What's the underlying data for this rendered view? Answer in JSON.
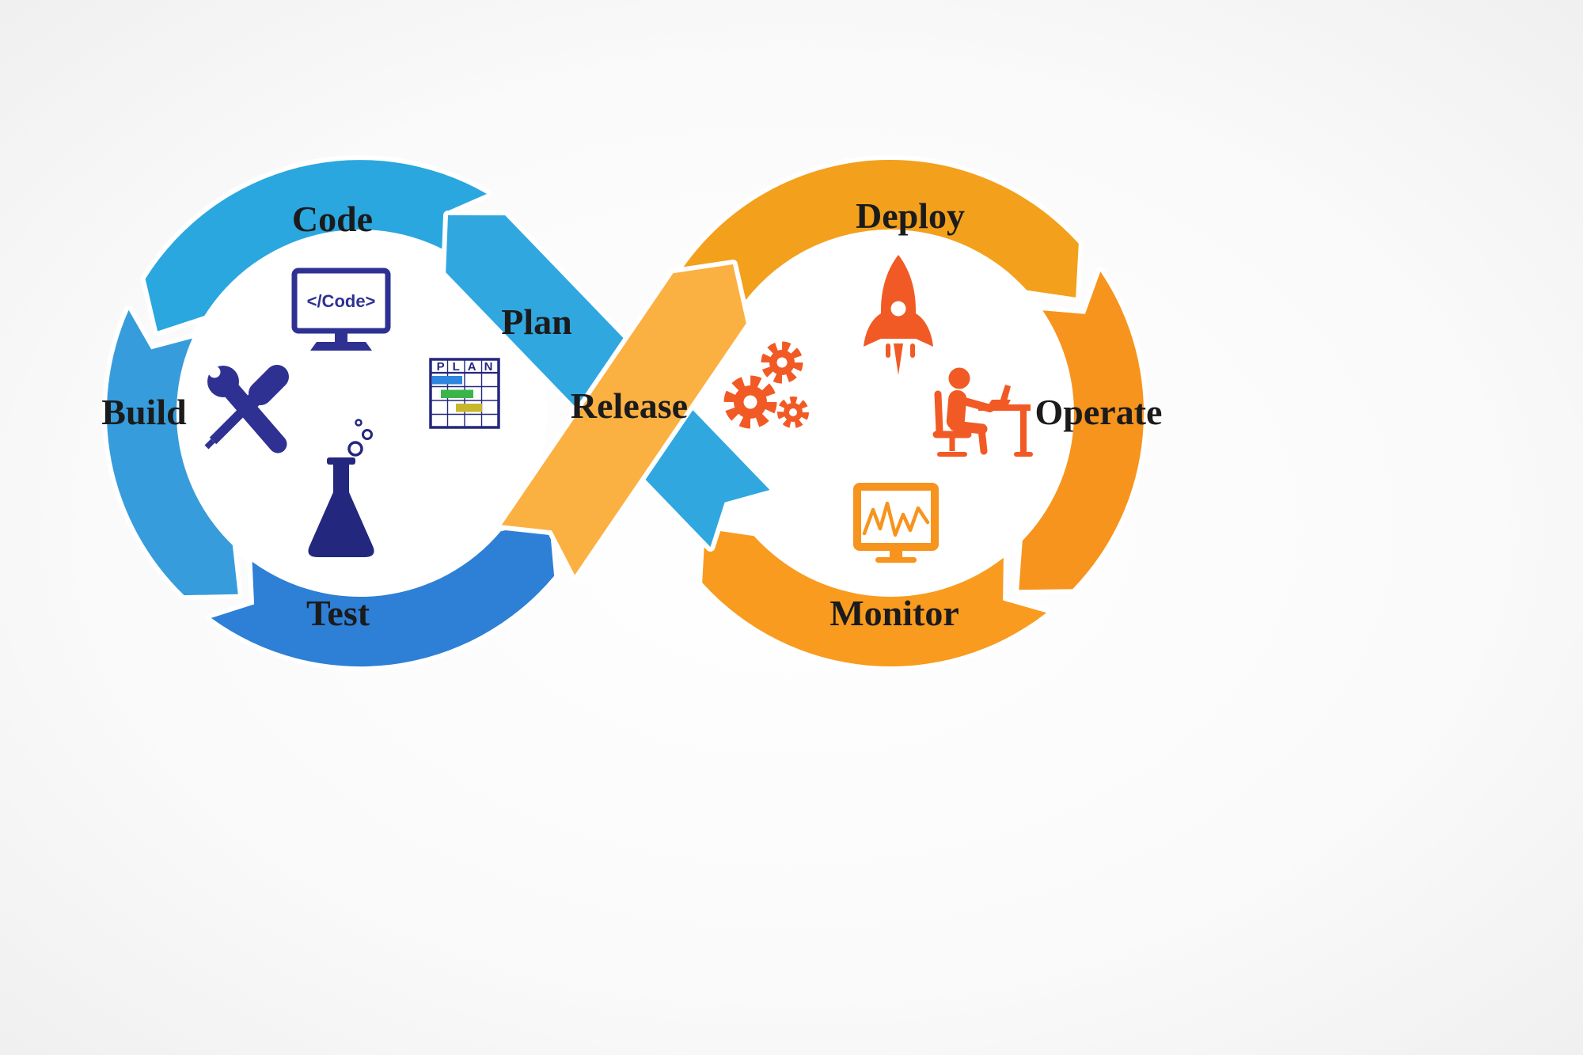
{
  "diagram": {
    "type": "devops-infinity-loop",
    "background": {
      "center": "#ffffff",
      "edge": "#d5d5d5"
    },
    "left_loop": {
      "stages": {
        "code": "Code",
        "build": "Build",
        "test": "Test"
      },
      "arc_colors": {
        "top": "#2AA7DF",
        "left": "#379CDB",
        "bottom": "#2E7FD6"
      }
    },
    "right_loop": {
      "stages": {
        "deploy": "Deploy",
        "operate": "Operate",
        "monitor": "Monitor"
      },
      "arc_colors": {
        "top": "#F3A01C",
        "right": "#F7941E",
        "bottom": "#F89B1F"
      }
    },
    "ribbons": {
      "plan": {
        "label": "Plan",
        "color": "#31A7E0"
      },
      "release": {
        "label": "Release",
        "color": "#FBB042"
      }
    },
    "label_color": "#1b1b1b",
    "icons": {
      "code": {
        "icon": "code-monitor-icon",
        "screen_text": "</Code>",
        "color": "#2E3192"
      },
      "build": {
        "icon": "build-tools-icon",
        "color": "#2E3192"
      },
      "test": {
        "icon": "test-flask-icon",
        "color": "#23277E"
      },
      "plan": {
        "icon": "plan-gantt-icon",
        "board_title": "PLAN",
        "border_color": "#23277E",
        "bar_colors": [
          "#2E86DE",
          "#3BB54A",
          "#C8B62B"
        ]
      },
      "deploy": {
        "icon": "deploy-rocket-icon",
        "color": "#F15A24"
      },
      "release": {
        "icon": "release-gears-icon",
        "color": "#F15A24"
      },
      "operate": {
        "icon": "operate-workstation-icon",
        "color": "#F15A24"
      },
      "monitor": {
        "icon": "monitor-graph-icon",
        "color": "#F7941E"
      }
    }
  }
}
